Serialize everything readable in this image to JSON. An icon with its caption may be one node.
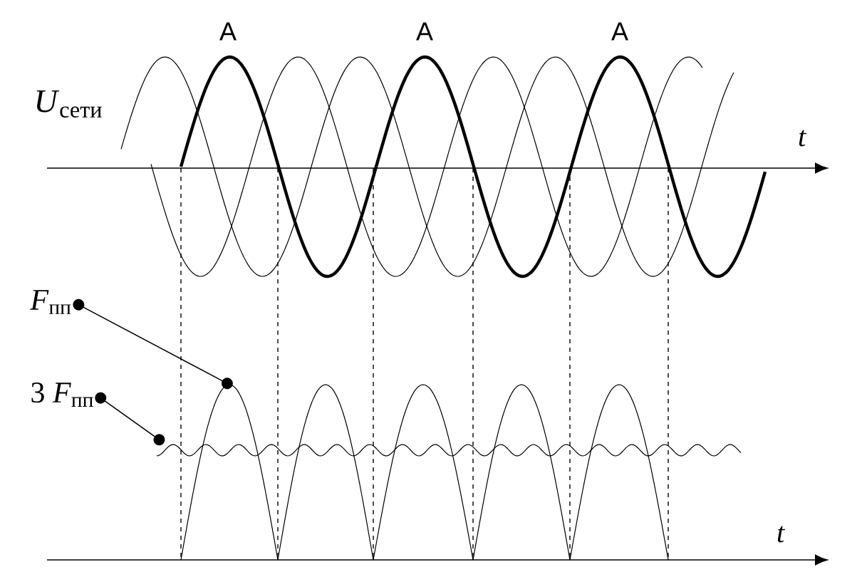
{
  "diagram": {
    "nodes": [
      {
        "text": [
          "*F*$_{пп}$"
        ]
      },
      {
        "text": [
          "3 *F*$_{пп}$"
        ]
      }
    ],
    "edges": [
      {
        "from": 0,
        "to": null,
        "arrow": "other"
      },
      {
        "from": 1,
        "to": null,
        "arrow": "other"
      }
    ],
    "labels": [
      "A",
      "A",
      "A",
      "*U*$_{сети}$",
      "*t*",
      "*t*"
    ]
  }
}
